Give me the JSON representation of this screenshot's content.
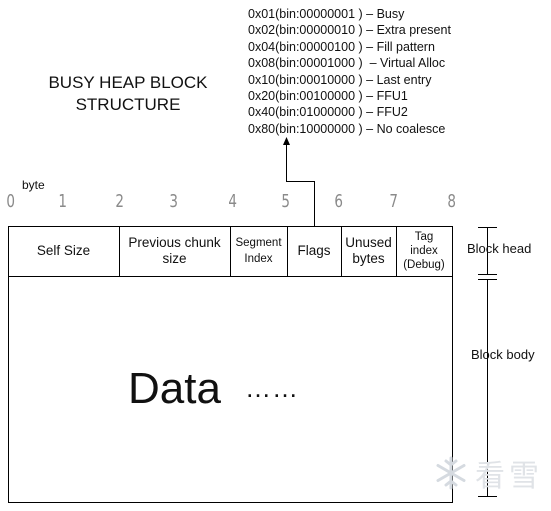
{
  "title": {
    "line1": "BUSY HEAP BLOCK",
    "line2": "STRUCTURE"
  },
  "flag_definitions": [
    "0x01(bin:00000001 ) – Busy",
    "0x02(bin:00000010 ) – Extra present",
    "0x04(bin:00000100 ) – Fill pattern",
    "0x08(bin:00001000 )  – Virtual Alloc",
    "0x10(bin:00010000 ) – Last entry",
    "0x20(bin:00100000 ) – FFU1",
    "0x40(bin:01000000 ) – FFU2",
    "0x80(bin:10000000 ) – No coalesce"
  ],
  "byte_axis": {
    "label": "byte",
    "ticks": [
      "0",
      "1",
      "2",
      "3",
      "4",
      "5",
      "6",
      "7",
      "8"
    ]
  },
  "header_fields": [
    "Self Size",
    "Previous chunk size",
    "Segment Index",
    "Flags",
    "Unused bytes",
    "Tag index (Debug)"
  ],
  "body": {
    "data_label": "Data",
    "ellipsis": "……"
  },
  "side_labels": {
    "block_head": "Block head",
    "block_body": "Block body"
  },
  "watermark": {
    "text": "看雪"
  }
}
